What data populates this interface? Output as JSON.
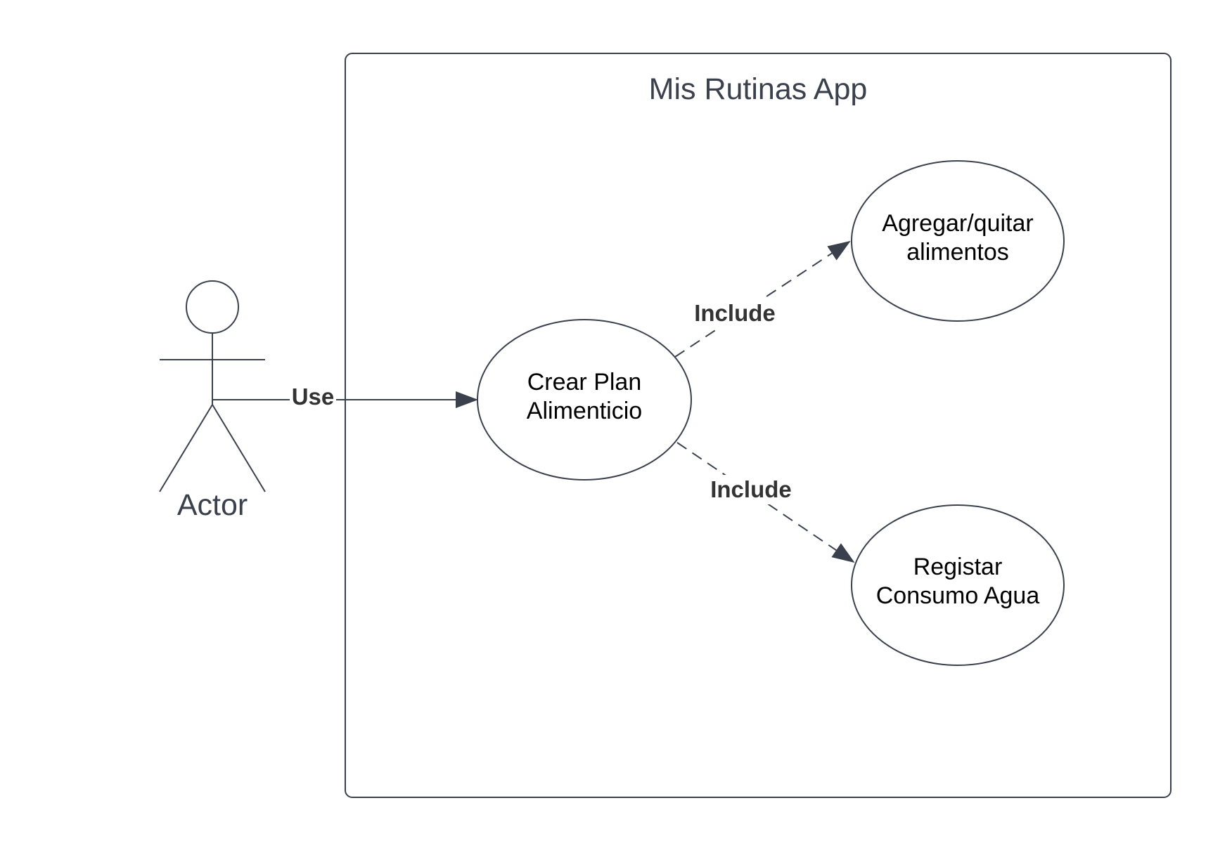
{
  "system": {
    "title": "Mis Rutinas App"
  },
  "actor": {
    "label": "Actor"
  },
  "use_cases": {
    "crear_plan": {
      "line1": "Crear Plan",
      "line2": "Alimenticio"
    },
    "agregar_quitar": {
      "line1": "Agregar/quitar",
      "line2": "alimentos"
    },
    "registar_agua": {
      "line1": "Registar",
      "line2": "Consumo Agua"
    }
  },
  "relations": {
    "use_label": "Use",
    "include_top_label": "Include",
    "include_bottom_label": "Include"
  },
  "colors": {
    "stroke": "#3a414d",
    "text": "#000000",
    "label": "#333333",
    "background": "#ffffff"
  }
}
